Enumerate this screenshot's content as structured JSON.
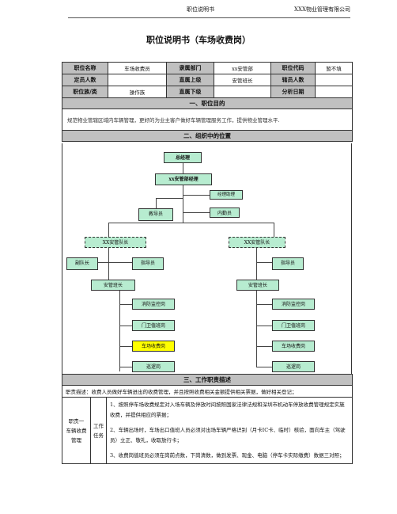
{
  "header": {
    "center": "职位说明书",
    "right": "XXX物业管理有限公司"
  },
  "doc_title": "职位说明书（车场收费岗）",
  "info": {
    "r1": [
      "职位名称",
      "车场收费员",
      "隶属部门",
      "xx安管部",
      "职位代码",
      "暂不填"
    ],
    "r2": [
      "定员人数",
      "",
      "直属上级",
      "安管班长",
      "辖员人数",
      ""
    ],
    "r3": [
      "职位族/类",
      "操作族",
      "直属下级",
      "",
      "分析日期",
      ""
    ]
  },
  "sec1": {
    "title": "一、职位目的",
    "text": "规范物业管辖区域内车辆管理，更好的为业主客户做好车辆管理服务工作，提供物业管理水平."
  },
  "sec2": {
    "title": "二、组织中的位置"
  },
  "org": {
    "gm": "总经理",
    "mgr": "xx安管部经理",
    "asst": "经理助理",
    "clerk": "内勤员",
    "trainer": "教导员",
    "left": {
      "captain": "XX安管队长",
      "vice": "副队长",
      "guide": "指导员",
      "leader": "安管班长",
      "posts": [
        "消防监控岗",
        "门卫值班岗",
        "车场收费岗",
        "巡逻岗"
      ]
    },
    "right": {
      "captain": "XX安管队长",
      "guide": "指导员",
      "leader": "安管班长",
      "posts": [
        "消防监控岗",
        "门卫值班岗",
        "车场收费岗",
        "巡逻岗"
      ]
    }
  },
  "sec3": {
    "title": "三、工作职责描述",
    "desc": "职责描述：收费人员做好车辆进出的收费管理，并且按照收费相关金额提供相关票据，做好相关登记；",
    "duty": "职责一\n车辆收费\n管理",
    "task": "工作\n任务",
    "items": [
      "1、按照停车场收费规定对入场车辆及停放时间按照国家法律法规和深圳市机动车停放收费管理规定实施收费，并提供相应的票据；",
      "2、车辆出场时，车场出口值班人员必须对出场车辆严格识别（月卡IC卡、临时）核验，面向车主（驾驶员）立正、敬礼，收取放行卡；",
      "3、收费岗值班员必须在岗前点数，下岗清数，做到发票、现金、电脑（停车卡实际缴费）数据三对照；"
    ]
  }
}
